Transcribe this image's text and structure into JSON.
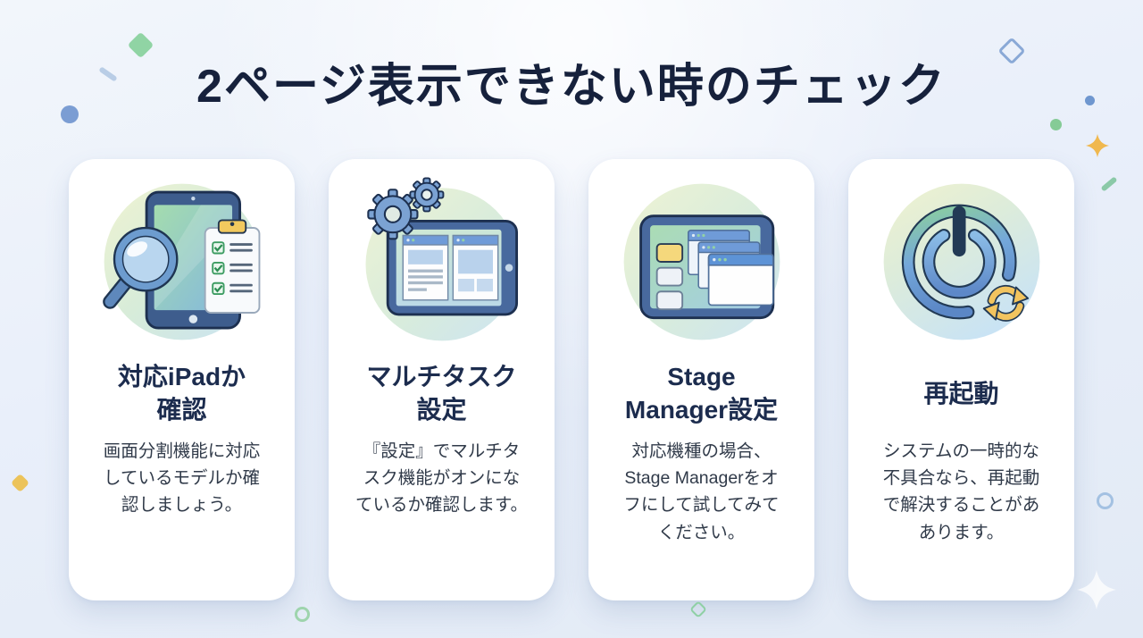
{
  "title": "2ページ表示できない時のチェック",
  "colors": {
    "background": "#e9effa",
    "card": "#ffffff",
    "heading": "#16213c",
    "card_title": "#1c2c4e",
    "body_text": "#303a49",
    "tablet_frame": "#48699e",
    "accent_yellow": "#f2c95e",
    "accent_green": "#8fd0a5",
    "accent_blue": "#6f9bd8"
  },
  "cards": [
    {
      "icon": "tablet-magnifier-checklist-icon",
      "title": "対応iPadか\n確認",
      "body": "画面分割機能に対応\nしているモデルか確\n認しましょう。"
    },
    {
      "icon": "tablet-splitview-gears-icon",
      "title": "マルチタスク\n設定",
      "body": "『設定』でマルチタ\nスク機能がオンにな\nているか確認します。"
    },
    {
      "icon": "tablet-stage-manager-windows-icon",
      "title": "Stage\nManager設定",
      "body": "対応機種の場合、\nStage Managerをオ\nフにして試してみて\nください。"
    },
    {
      "icon": "power-restart-icon",
      "title": "再起動",
      "body": "システムの一時的な\n不具合なら、再起動\nで解決することがあ\nあります。"
    }
  ]
}
